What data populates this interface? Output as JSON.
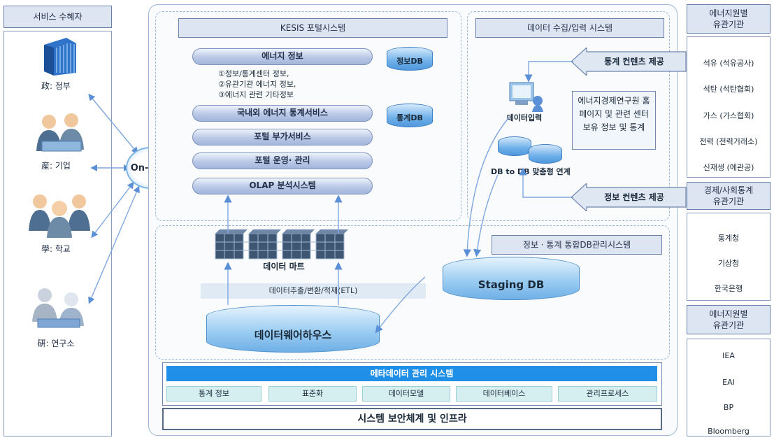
{
  "left": {
    "header": "서비스 수혜자",
    "users": [
      {
        "label": "政: 정부",
        "icon": "government-building-icon"
      },
      {
        "label": "産: 기업",
        "icon": "business-people-icon"
      },
      {
        "label": "學: 학교",
        "icon": "students-group-icon"
      },
      {
        "label": "硏: 연구소",
        "icon": "researchers-icon"
      }
    ],
    "hub": "On-Line"
  },
  "portal": {
    "title": "KESIS 포털시스템",
    "energy_info": "에너지 정보",
    "energy_info_db": "정보DB",
    "energy_info_desc": [
      "①정보/통계센터 정보,",
      "②유관기관 에너지 정보,",
      "③에너지 관련 기타정보"
    ],
    "stat_service": "국내외 에너지 통계서비스",
    "stat_db": "통계DB",
    "addon_service": "포털 부가서비스",
    "operation": "포털 운영· 관리",
    "olap": "OLAP 분석시스템"
  },
  "collection": {
    "title": "데이터 수집/입력 시스템",
    "stat_contents": "통계 컨텐츠 제공",
    "data_input": "데이터입력",
    "kei_box": "에너지경제연구원 홈페이지 및 관련 센터 보유 정보 및 통계",
    "db_link": "DB to DB 맞춤형 연계",
    "info_contents": "정보 컨텐츠 제공"
  },
  "integration": {
    "title": "정보 · 통계 통합DB관리시스템",
    "data_mart": "데이터 마트",
    "etl": "데이터추출/변환/적재(ETL)",
    "warehouse": "데이터웨어하우스",
    "staging": "Staging DB",
    "meta_title": "메타데이터 관리 시스템",
    "meta_items": [
      "통계 정보",
      "표준화",
      "데이터모델",
      "데이터베이스",
      "관리프로세스"
    ]
  },
  "security": "시스템 보안체계 및 인프라",
  "right": {
    "groups": [
      {
        "header": "에너지원별\n유관기관",
        "items": [
          "석유 (석유공사)",
          "석탄 (석탄협회)",
          "가스 (가스협회)",
          "전력 (전력거래소)",
          "신재생 (에관공)"
        ]
      },
      {
        "header": "경제/사회통계\n유관기관",
        "items": [
          "통계청",
          "기상청",
          "한국은행"
        ]
      },
      {
        "header": "에너지원별\n유관기관",
        "items": [
          "IEA",
          "EAI",
          "BP",
          "Bloomberg"
        ]
      }
    ]
  }
}
